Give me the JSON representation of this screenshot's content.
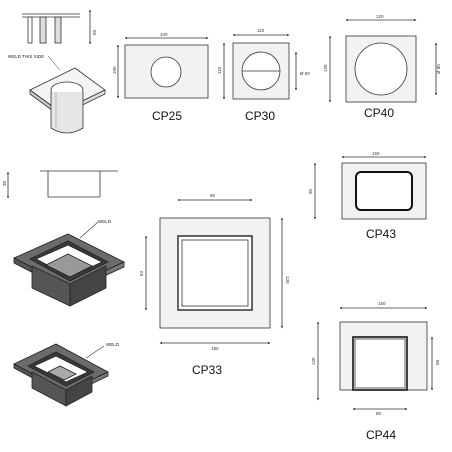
{
  "parts": [
    {
      "id": "cp25",
      "label": "CP25",
      "dims": {
        "width": "100",
        "height": "100"
      }
    },
    {
      "id": "cp30",
      "label": "CP30",
      "dims": {
        "width": "110",
        "height": "110",
        "dia": "Ø 60"
      }
    },
    {
      "id": "cp40",
      "label": "CP40",
      "dims": {
        "width": "120",
        "height": "120",
        "dia": "Ø 80"
      }
    },
    {
      "id": "cp43",
      "label": "CP43",
      "dims": {
        "width": "150",
        "height": "90"
      }
    },
    {
      "id": "cp33",
      "label": "CP33",
      "dims": {
        "outer_top": "80",
        "left": "63",
        "right": "130",
        "bottom": "180"
      }
    },
    {
      "id": "cp44",
      "label": "CP44",
      "dims": {
        "top": "150",
        "left": "120",
        "right": "80",
        "bottom": "80"
      }
    }
  ],
  "annotations": {
    "weld_small": "WELD",
    "weld_large": "WELD",
    "weld_top": "WELD THIS SIDE",
    "dim_top_left": "50",
    "dim_side_view": "30"
  },
  "colors": {
    "line": "#333333",
    "plate": "#f2f2f2",
    "dark": "#222222"
  }
}
